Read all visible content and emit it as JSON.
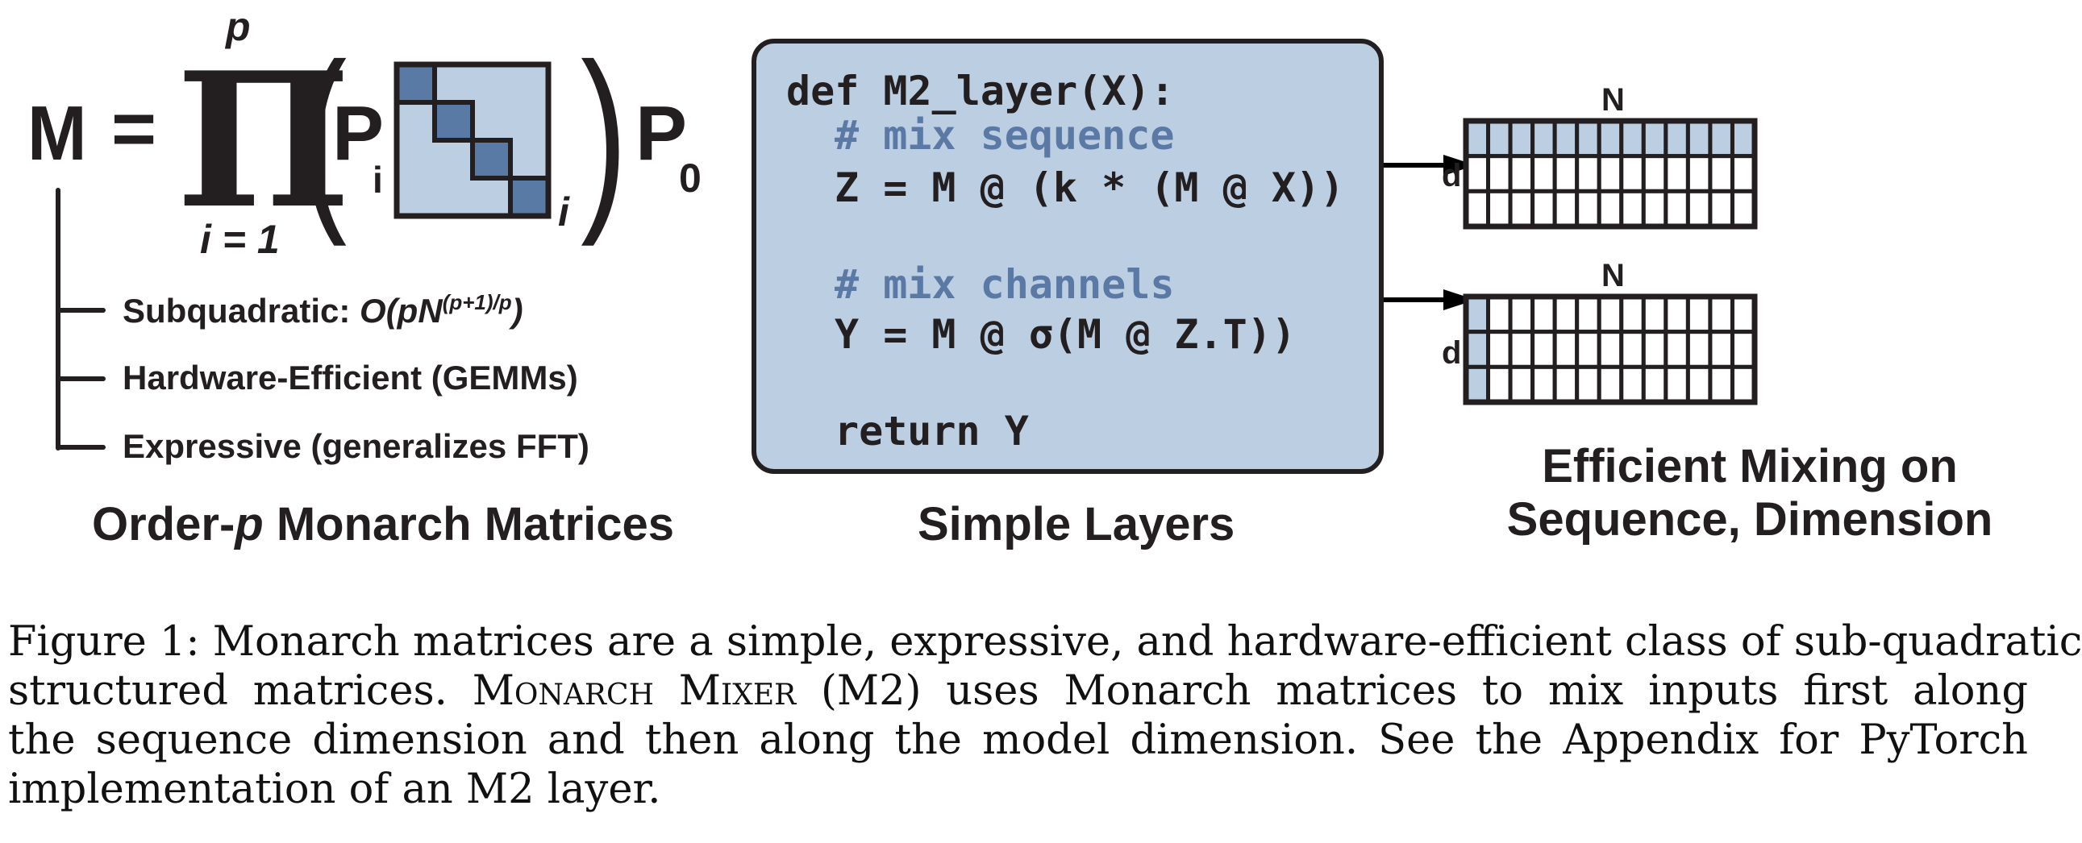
{
  "formula": {
    "lhs": "M",
    "equals": "=",
    "product_symbol": "Π",
    "product_upper": "p",
    "product_lower": "i = 1",
    "open_paren": "(",
    "close_paren": ")",
    "P_i": "P",
    "P_i_sub": "i",
    "block_matrix_sub": "i",
    "block_matrix_blocks": 4,
    "P_0": "P",
    "P_0_sub": "0"
  },
  "properties": [
    {
      "label": "Subquadratic: ",
      "math_prefix": "O(pN",
      "math_sup": "(p+1)/p",
      "math_suffix": ")"
    },
    {
      "label": "Hardware-Efficient (GEMMs)"
    },
    {
      "label": "Expressive (generalizes FFT)"
    }
  ],
  "titles": {
    "left_prefix": "Order-",
    "left_italic": "p",
    "left_suffix": " Monarch Matrices",
    "middle": "Simple Layers",
    "right_line1": "Efficient Mixing on",
    "right_line2": "Sequence, Dimension"
  },
  "code": {
    "lines": [
      {
        "text": "def M2_layer(X):",
        "kind": "code"
      },
      {
        "text": "# mix sequence",
        "kind": "comment"
      },
      {
        "text": "Z = M @ (k * (M @ X))",
        "kind": "code"
      },
      {
        "text": "# mix channels",
        "kind": "comment"
      },
      {
        "text": "Y = M @ σ(M @ Z.T))",
        "kind": "code"
      },
      {
        "text": "return Y",
        "kind": "code"
      }
    ]
  },
  "grids": [
    {
      "top_label": "N",
      "side_label": "d",
      "rows": 3,
      "cols": 13,
      "highlight": "first-row"
    },
    {
      "top_label": "N",
      "side_label": "d",
      "rows": 3,
      "cols": 13,
      "highlight": "first-column"
    }
  ],
  "colors": {
    "ink": "#231f20",
    "light_blue": "#bccee1",
    "dark_blue": "#5a7aa6",
    "comment_blue": "#5a79a5"
  },
  "caption": {
    "line1": "Figure 1:   Monarch matrices are a simple, expressive, and hardware-efficient class of sub-quadratic",
    "line2_a": "structured matrices.  ",
    "line2_sc": "Monarch Mixer",
    "line2_b": " (M2) uses Monarch matrices to mix inputs first along",
    "line3": "the sequence dimension and then along the model dimension.  See the Appendix for PyTorch",
    "line4": "implementation of an M2 layer."
  }
}
